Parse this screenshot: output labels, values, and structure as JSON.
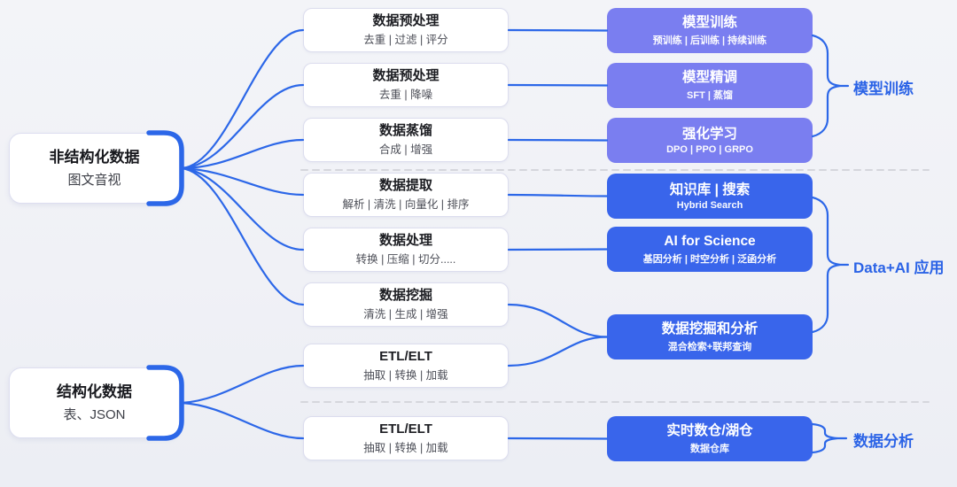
{
  "palette": {
    "line_blue": "#2c67e8",
    "node_purple": "#7a7ef0",
    "node_blue": "#3965eb",
    "label_blue": "#2b63e6",
    "box_border": "#dcddee",
    "dash_gray": "#d5d6dc",
    "background": "#f1f2f6"
  },
  "left_nodes": [
    {
      "title": "非结构化数据",
      "subtitle": "图文音视"
    },
    {
      "title": "结构化数据",
      "subtitle": "表、JSON"
    }
  ],
  "middle_nodes": [
    {
      "title": "数据预处理",
      "subtitle": "去重 | 过滤 | 评分"
    },
    {
      "title": "数据预处理",
      "subtitle": "去重 | 降噪"
    },
    {
      "title": "数据蒸馏",
      "subtitle": "合成 | 增强"
    },
    {
      "title": "数据提取",
      "subtitle": "解析 | 清洗 | 向量化 | 排序"
    },
    {
      "title": "数据处理",
      "subtitle": "转换 | 压缩 | 切分....."
    },
    {
      "title": "数据挖掘",
      "subtitle": "清洗 | 生成 | 增强"
    },
    {
      "title": "ETL/ELT",
      "subtitle": "抽取 | 转换 | 加载"
    },
    {
      "title": "ETL/ELT",
      "subtitle": "抽取 | 转换 | 加载"
    }
  ],
  "right_nodes": [
    {
      "title": "模型训练",
      "subtitle": "预训练 | 后训练 | 持续训练",
      "color": "#7a7ef0"
    },
    {
      "title": "模型精调",
      "subtitle": "SFT | 蒸馏",
      "color": "#7a7ef0"
    },
    {
      "title": "强化学习",
      "subtitle": "DPO | PPO | GRPO",
      "color": "#7a7ef0"
    },
    {
      "title": "知识库 | 搜索",
      "subtitle": "Hybrid Search",
      "color": "#3965eb"
    },
    {
      "title": "AI for Science",
      "subtitle": "基因分析 | 时空分析 | 泛函分析",
      "color": "#3965eb"
    },
    {
      "title": "数据挖掘和分析",
      "subtitle": "混合检索+联邦查询",
      "color": "#3965eb"
    },
    {
      "title": "实时数仓/湖仓",
      "subtitle": "数据仓库",
      "color": "#3965eb"
    }
  ],
  "group_labels": [
    {
      "text": "模型训练"
    },
    {
      "text": "Data+AI 应用"
    },
    {
      "text": "数据分析"
    }
  ]
}
